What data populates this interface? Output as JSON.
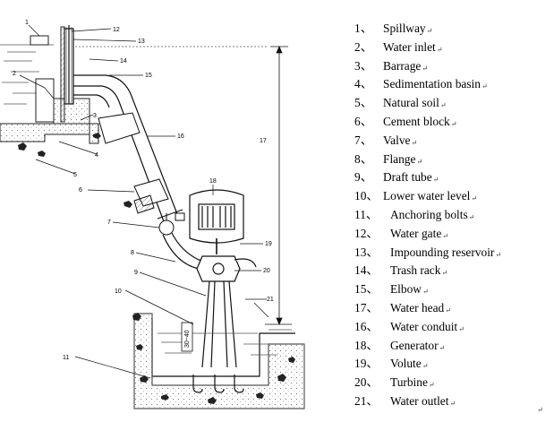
{
  "callouts": [
    "1",
    "2",
    "3",
    "4",
    "5",
    "6",
    "7",
    "8",
    "9",
    "10",
    "11",
    "12",
    "13",
    "14",
    "15",
    "16",
    "17",
    "18",
    "19",
    "20",
    "21"
  ],
  "vertical_label": "30~40",
  "return_glyph": "↵",
  "legend": [
    {
      "num": "1、",
      "label": "Spillway"
    },
    {
      "num": "2、",
      "label": "Water inlet"
    },
    {
      "num": "3、",
      "label": "Barrage"
    },
    {
      "num": "4、",
      "label": "Sedimentation basin"
    },
    {
      "num": "5、",
      "label": "Natural soil"
    },
    {
      "num": "6、",
      "label": "Cement block"
    },
    {
      "num": "7、",
      "label": "Valve"
    },
    {
      "num": "8、",
      "label": "Flange"
    },
    {
      "num": "9、",
      "label": "Draft tube"
    },
    {
      "num": "10、",
      "label": "Lower water level"
    },
    {
      "num": "11、",
      "label": "Anchoring bolts"
    },
    {
      "num": "12、",
      "label": "Water gate"
    },
    {
      "num": "13、",
      "label": "Impounding reservoir"
    },
    {
      "num": "14、",
      "label": "Trash rack"
    },
    {
      "num": "15、",
      "label": "Elbow"
    },
    {
      "num": "17、",
      "label": "Water head"
    },
    {
      "num": "16、",
      "label": "Water conduit"
    },
    {
      "num": "18、",
      "label": "Generator"
    },
    {
      "num": "19、",
      "label": "Volute"
    },
    {
      "num": "20、",
      "label": "Turbine"
    },
    {
      "num": "21、",
      "label": "Water outlet"
    }
  ]
}
